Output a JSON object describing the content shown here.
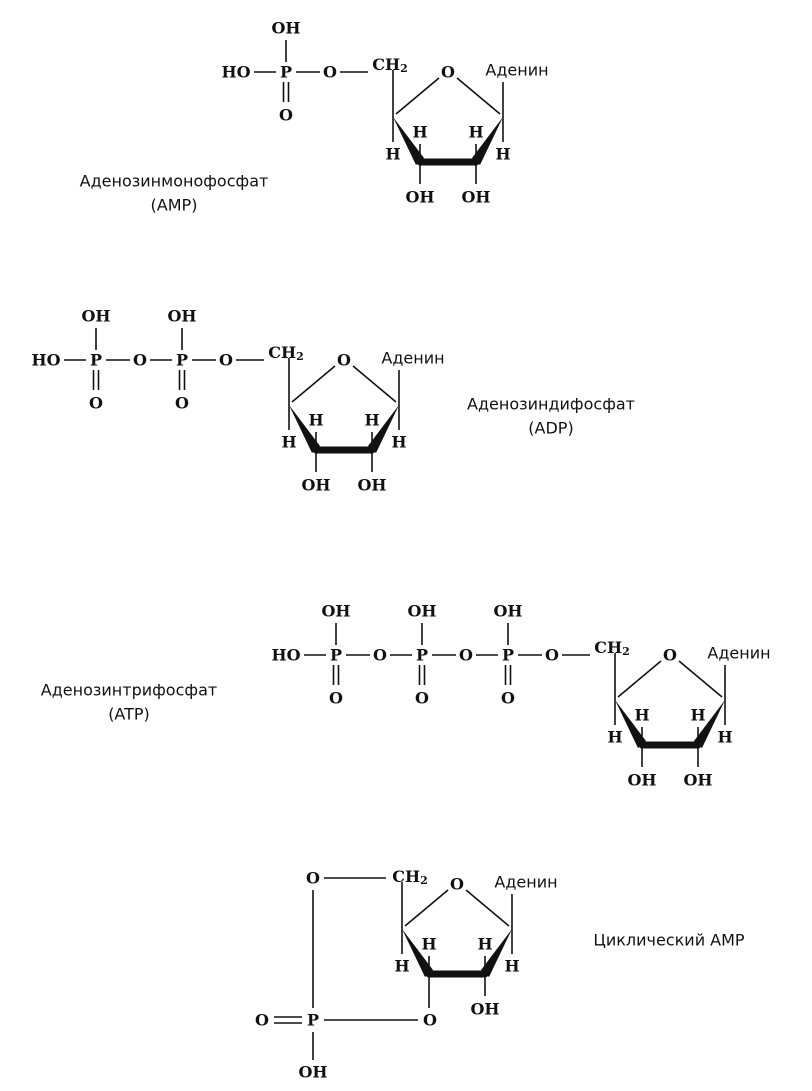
{
  "molecules": {
    "amp": {
      "name": "Аденозинмонофосфат",
      "abbr": "(AMP)",
      "phosphates": [
        {
          "top": "OH",
          "bottom": "O"
        }
      ],
      "left_group": "HO",
      "p": "P",
      "o_link": "O",
      "ch2": "CH",
      "ch2_sub": "2",
      "ring_o": "O",
      "base": "Аденин",
      "h": "H",
      "oh": "OH"
    },
    "adp": {
      "name": "Аденозиндифосфат",
      "abbr": "(ADP)",
      "phosphates": [
        {
          "top": "OH",
          "bottom": "O"
        },
        {
          "top": "OH",
          "bottom": "O"
        }
      ],
      "left_group": "HO",
      "p": "P",
      "o_link": "O",
      "ch2": "CH",
      "ch2_sub": "2",
      "ring_o": "O",
      "base": "Аденин",
      "h": "H",
      "oh": "OH"
    },
    "atp": {
      "name": "Аденозинтрифосфат",
      "abbr": "(ATP)",
      "phosphates": [
        {
          "top": "OH",
          "bottom": "O"
        },
        {
          "top": "OH",
          "bottom": "O"
        },
        {
          "top": "OH",
          "bottom": "O"
        }
      ],
      "left_group": "HO",
      "p": "P",
      "o_link": "O",
      "ch2": "CH",
      "ch2_sub": "2",
      "ring_o": "O",
      "base": "Аденин",
      "h": "H",
      "oh": "OH"
    },
    "camp": {
      "name": "Циклический АМР",
      "o_top": "O",
      "o_left": "O",
      "p": "P",
      "o_bottom_link": "O",
      "p_oh": "OH",
      "ch2": "CH",
      "ch2_sub": "2",
      "ring_o": "O",
      "base": "Аденин",
      "h": "H",
      "oh": "OH"
    }
  }
}
